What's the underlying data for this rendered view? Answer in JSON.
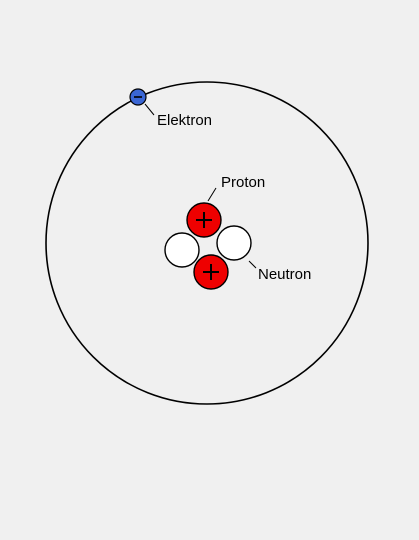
{
  "diagram": {
    "labels": {
      "electron": "Elektron",
      "proton": "Proton",
      "neutron": "Neutron"
    },
    "particles": {
      "electron": {
        "charge_symbol": "−"
      },
      "proton": {
        "charge_symbol": "+"
      },
      "neutron": {
        "charge_symbol": ""
      }
    },
    "counts": {
      "protons": 2,
      "neutrons": 2,
      "electrons": 1
    },
    "colors": {
      "background": "#f0f0f0",
      "orbit": "#000000",
      "proton_fill": "#ee0000",
      "neutron_fill": "#ffffff",
      "electron_fill": "#3a66d4",
      "outline": "#000000"
    }
  }
}
